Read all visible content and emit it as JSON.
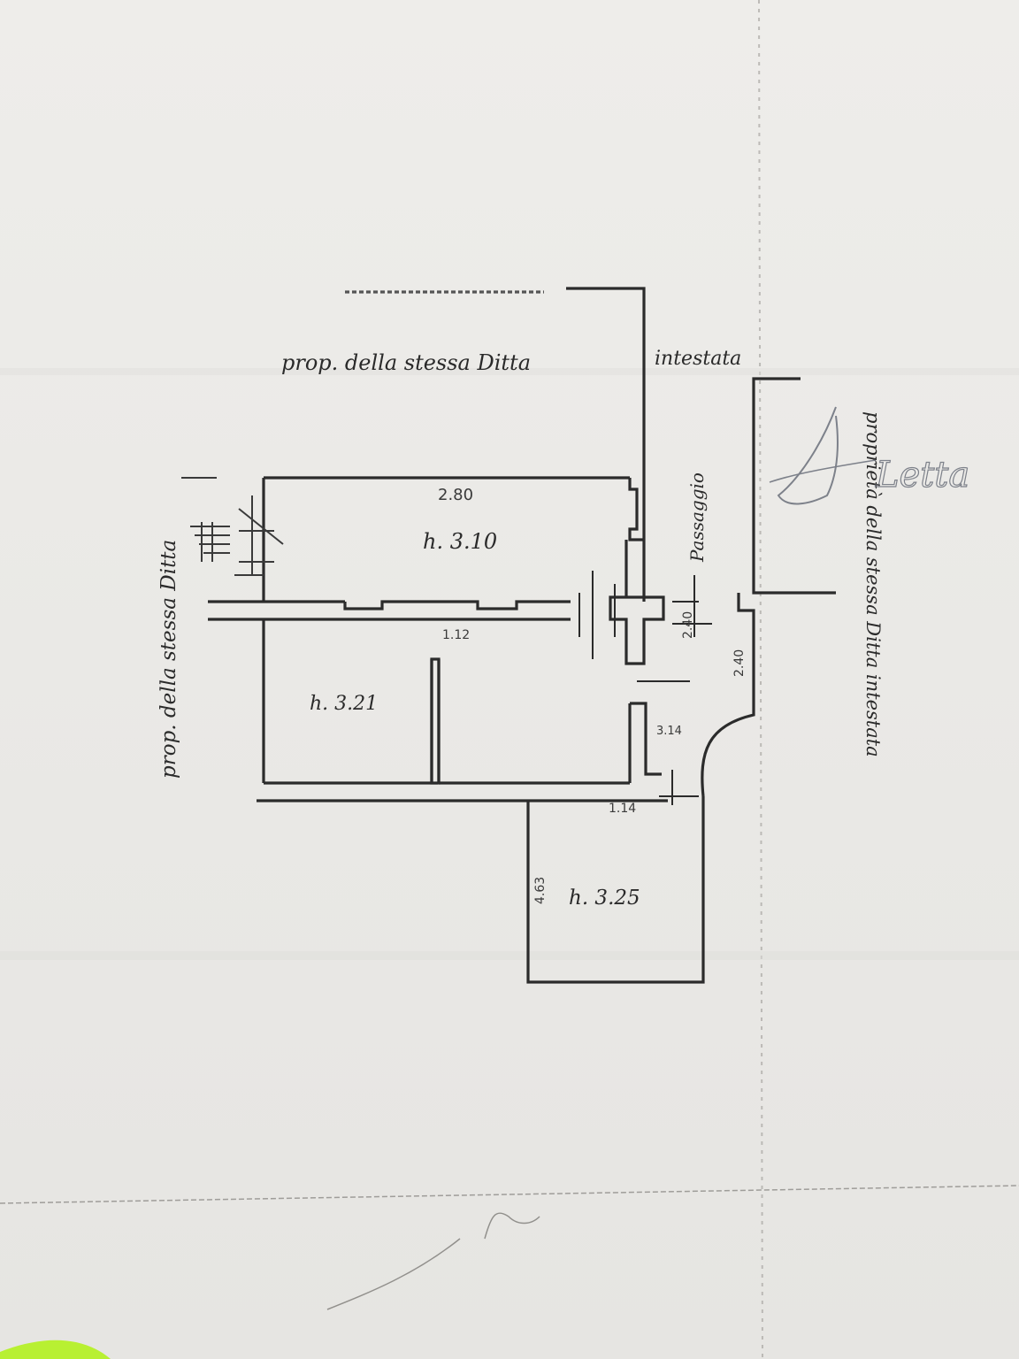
{
  "labels": {
    "top": "prop. della stessa Ditta",
    "top_right": "intestata",
    "left": "prop. della stessa Ditta",
    "right": "proprietà della stessa Ditta intestata",
    "corridor": "Passaggio",
    "room_top_height": "h. 3.10",
    "room_left_height": "h. 3.21",
    "room_bottom_height": "h. 3.25",
    "room_top_dim": "2.80",
    "passage_dim": "2.40",
    "passage_dim_b": "2.40",
    "room_bottom_dim": "4.63",
    "bottom_dim": "1.14",
    "wall_dim": "3.14",
    "mid_dim": "1.12"
  },
  "signature_text": "A.Letta"
}
